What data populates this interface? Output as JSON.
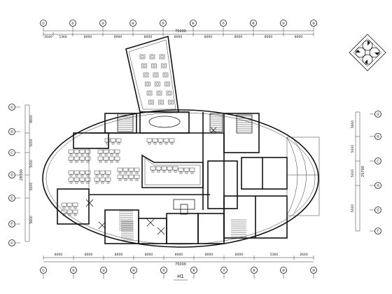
{
  "title": "H1",
  "top_dimensions": {
    "total": "75000",
    "segments": [
      "2640",
      "5360",
      "8000",
      "8000",
      "8000",
      "8000",
      "8000",
      "8000",
      "8000",
      "8000"
    ]
  },
  "bottom_dimensions": {
    "total": "75000",
    "segments": [
      "8000",
      "8000",
      "8000",
      "8000",
      "8000",
      "8000",
      "8000",
      "5360",
      "2640"
    ]
  },
  "left_dimensions": {
    "total": "28300",
    "segments": [
      "6600",
      "5000",
      "5000",
      "5000",
      "5600"
    ]
  },
  "right_dimensions": {
    "total": "25700",
    "segments": [
      "5600",
      "5000",
      "5000",
      "5000"
    ]
  },
  "grid_axes_top": [
    "①",
    "②",
    "③",
    "④",
    "⑤",
    "⑥",
    "⑦",
    "⑧",
    "⑨",
    "⑩",
    "⑪"
  ],
  "grid_axes_side": [
    "Ⓐ",
    "Ⓑ",
    "Ⓒ",
    "Ⓓ",
    "Ⓔ",
    "Ⓕ"
  ]
}
